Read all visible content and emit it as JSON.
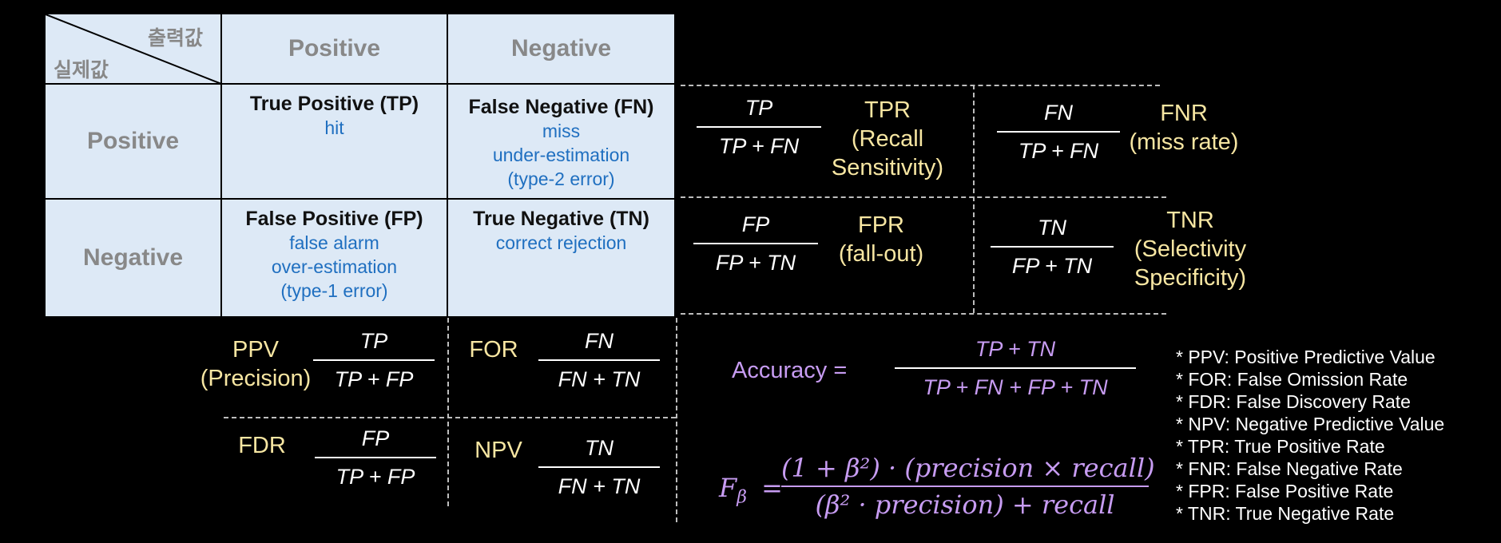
{
  "matrix": {
    "corner_output": "출력값",
    "corner_actual": "실제값",
    "col_positive": "Positive",
    "col_negative": "Negative",
    "row_positive": "Positive",
    "row_negative": "Negative",
    "tp": {
      "title": "True Positive (TP)",
      "lines": [
        "hit"
      ]
    },
    "fn": {
      "title": "False Negative (FN)",
      "lines": [
        "miss",
        "under-estimation",
        "(type-2 error)"
      ]
    },
    "fp": {
      "title": "False Positive (FP)",
      "lines": [
        "false alarm",
        "over-estimation",
        "(type-1 error)"
      ]
    },
    "tn": {
      "title": "True Negative (TN)",
      "lines": [
        "correct rejection"
      ]
    }
  },
  "rates": {
    "tpr": {
      "num": "TP",
      "den": "TP + FN",
      "label1": "TPR",
      "label2": "(Recall",
      "label3": "Sensitivity)"
    },
    "fnr": {
      "num": "FN",
      "den": "TP + FN",
      "label1": "FNR",
      "label2": "(miss rate)"
    },
    "fpr": {
      "num": "FP",
      "den": "FP + TN",
      "label1": "FPR",
      "label2": "(fall-out)"
    },
    "tnr": {
      "num": "TN",
      "den": "FP + TN",
      "label1": "TNR",
      "label2": "(Selectivity",
      "label3": "Specificity)"
    },
    "ppv": {
      "num": "TP",
      "den": "TP + FP",
      "label1": "PPV",
      "label2": "(Precision)"
    },
    "for": {
      "num": "FN",
      "den": "FN + TN",
      "label1": "FOR"
    },
    "fdr": {
      "num": "FP",
      "den": "TP + FP",
      "label1": "FDR"
    },
    "npv": {
      "num": "TN",
      "den": "FN + TN",
      "label1": "NPV"
    }
  },
  "accuracy": {
    "label": "Accuracy =",
    "num": "TP + TN",
    "den": "TP + FN + FP + TN"
  },
  "fbeta": {
    "lhs": "F",
    "sub": "β",
    "eq": "=",
    "num": "(1 + β²) · (precision × recall)",
    "den": "(β² · precision) + recall"
  },
  "legend": [
    "* PPV: Positive Predictive Value",
    "* FOR: False Omission Rate",
    "* FDR: False Discovery Rate",
    "* NPV: Negative Predictive Value",
    "* TPR: True Positive Rate",
    "* FNR: False Negative Rate",
    "* FPR: False Positive Rate",
    "* TNR: True Negative Rate"
  ]
}
